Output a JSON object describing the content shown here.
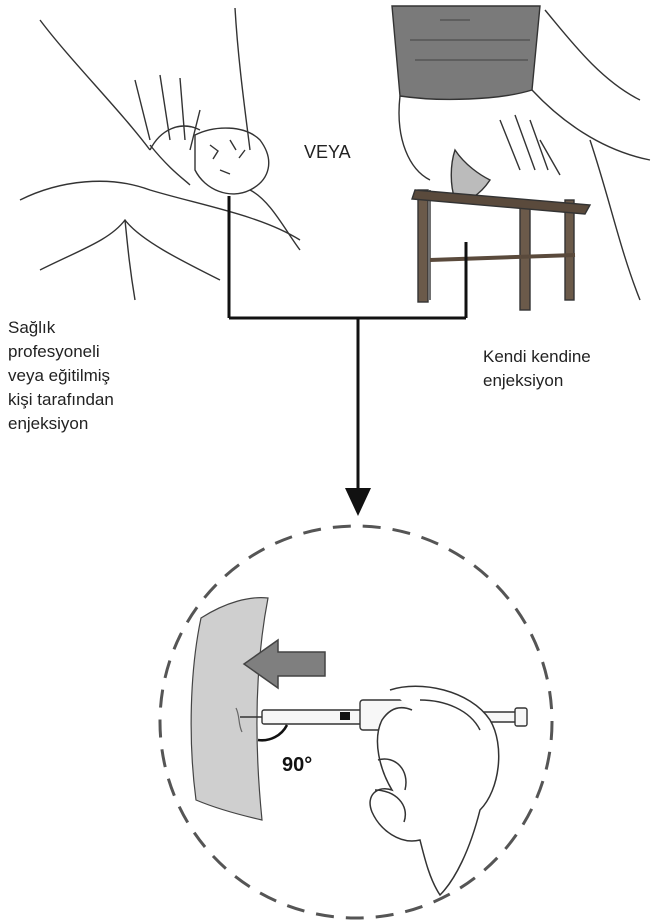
{
  "or_label": "VEYA",
  "left_caption": [
    "Sağlık",
    "profesyoneli",
    "veya eğitilmiş",
    "kişi tarafından",
    "enjeksiyon"
  ],
  "right_caption": [
    "Kendi kendine",
    "enjeksiyon"
  ],
  "angle_label": "90°",
  "icons": [
    "injection-back-hand-illustration",
    "seated-thigh-injection-illustration",
    "down-arrow-icon",
    "push-arrow-icon",
    "pen-injector-illustration"
  ],
  "colors": {
    "line": "#111111",
    "skin_shade": "#cfcfcf",
    "arrow_fill": "#7f7f7f",
    "dashed_circle": "#555555"
  }
}
